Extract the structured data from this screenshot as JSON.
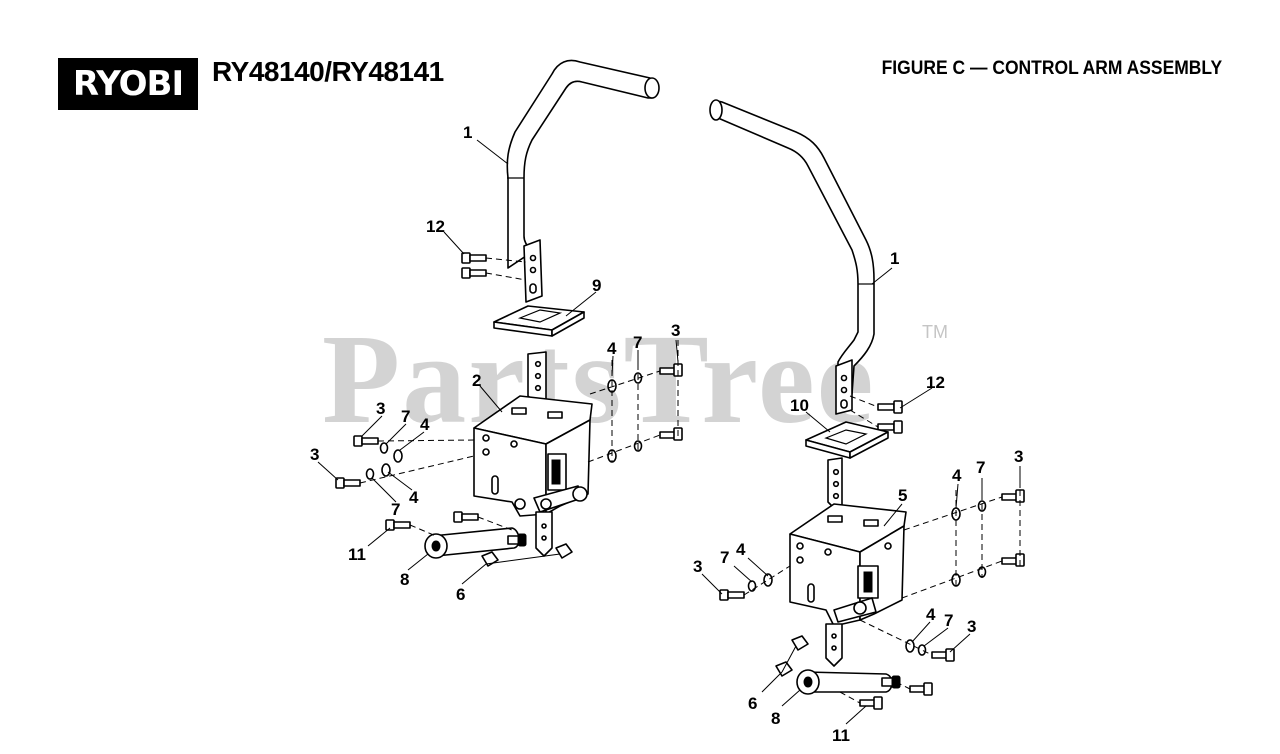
{
  "header": {
    "brand": "RYOBI",
    "model": "RY48140/RY48141",
    "figure_title": "FIGURE C — CONTROL ARM ASSEMBLY"
  },
  "watermark": {
    "text": "PartsTree",
    "tm": "TM"
  },
  "labels": {
    "l1a": "1",
    "l12a": "12",
    "l9": "9",
    "l2": "2",
    "l4a": "4",
    "l7a": "7",
    "l3a": "3",
    "l3b": "3",
    "l7b": "7",
    "l4b": "4",
    "l3c": "3",
    "l4c": "4",
    "l7c": "7",
    "l11a": "11",
    "l8a": "8",
    "l6a": "6",
    "l1b": "1",
    "l12b": "12",
    "l10": "10",
    "l5": "5",
    "l4d": "4",
    "l7d": "7",
    "l3d": "3",
    "l3e": "3",
    "l7e": "7",
    "l4e": "4",
    "l4f": "4",
    "l7f": "7",
    "l3f": "3",
    "l6b": "6",
    "l8b": "8",
    "l11b": "11"
  }
}
